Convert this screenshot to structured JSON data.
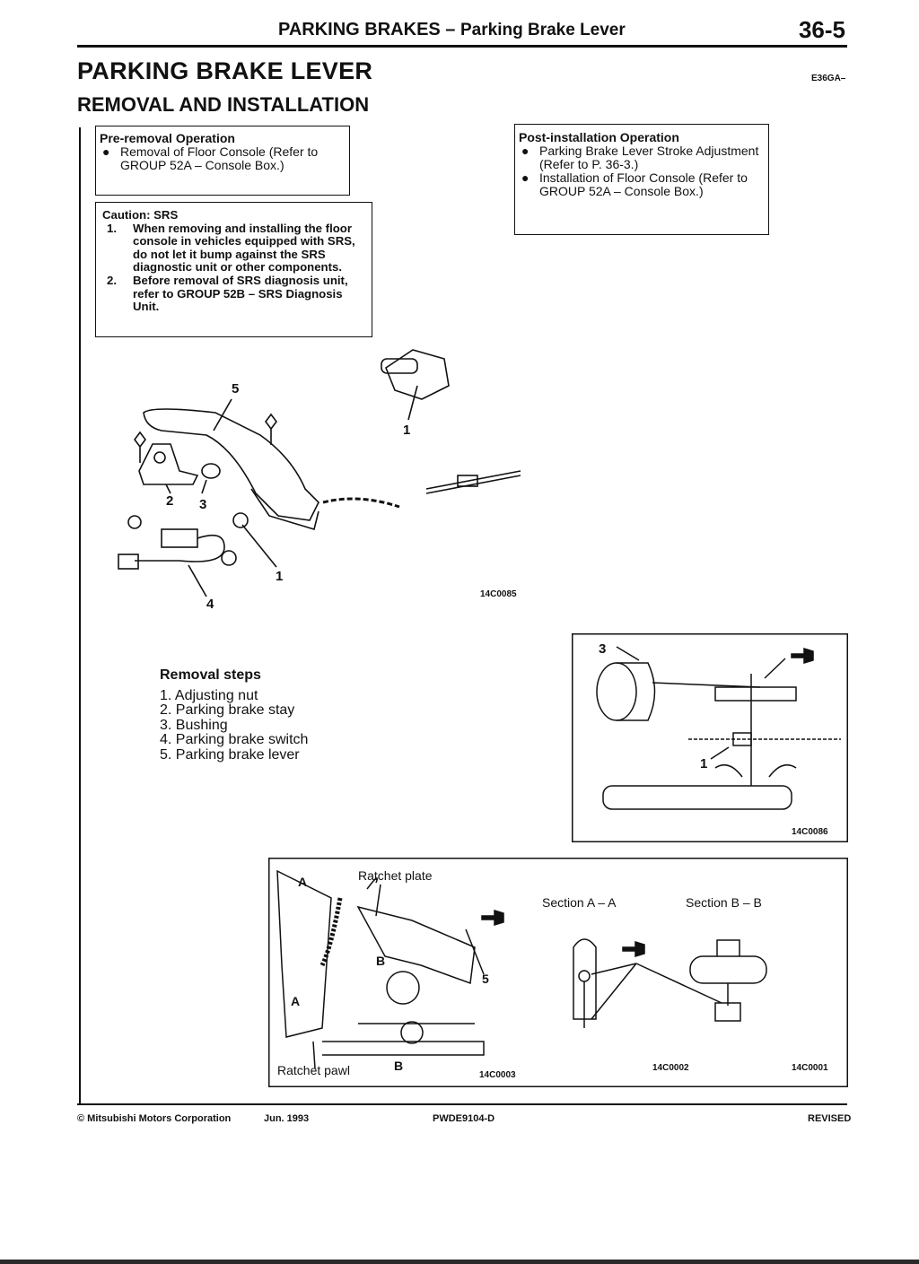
{
  "header": {
    "section": "PARKING BRAKES –",
    "subsection": "Parking Brake Lever",
    "page_number": "36-5"
  },
  "title": "PARKING BRAKE LEVER",
  "code": "E36GA–",
  "subtitle": "REMOVAL AND INSTALLATION",
  "pre_removal": {
    "heading": "Pre-removal Operation",
    "bullet": "●",
    "items": [
      "Removal of Floor Console (Refer to GROUP 52A – Console Box.)"
    ]
  },
  "caution": {
    "heading": "Caution: SRS",
    "items": [
      {
        "num": "1.",
        "text": "When removing and installing the floor console in vehicles equipped with SRS, do not let it bump against the SRS diagnostic unit or other components."
      },
      {
        "num": "2.",
        "text": "Before removal of SRS diagnosis unit, refer to GROUP 52B – SRS Diagnosis Unit."
      }
    ]
  },
  "post_installation": {
    "heading": "Post-installation Operation",
    "bullet": "●",
    "items": [
      "Parking Brake Lever Stroke Adjustment (Refer to P. 36-3.)",
      "Installation of Floor Console (Refer to GROUP 52A – Console Box.)"
    ]
  },
  "removal_steps": {
    "heading": "Removal steps",
    "items": [
      "1. Adjusting nut",
      "2. Parking brake stay",
      "3. Bushing",
      "4. Parking brake switch",
      "5. Parking brake lever"
    ]
  },
  "figure_main": {
    "code": "14C0085",
    "callouts": [
      "5",
      "1",
      "2",
      "3",
      "1",
      "4"
    ]
  },
  "figure_bushing": {
    "code": "14C0086",
    "callouts": [
      "3",
      "1"
    ]
  },
  "figure_ratchet": {
    "code": "14C0003",
    "labels": {
      "plate": "Ratchet plate",
      "pawl": "Ratchet pawl"
    },
    "callouts": [
      "A",
      "B",
      "A",
      "B",
      "5"
    ]
  },
  "figure_sections": {
    "section_aa": "Section A – A",
    "section_bb": "Section B – B",
    "code_aa": "14C0002",
    "code_bb": "14C0001"
  },
  "footer": {
    "copyright": "© Mitsubishi Motors Corporation",
    "date": "Jun. 1993",
    "doc_code": "PWDE9104-D",
    "status": "REVISED"
  },
  "icons": [
    "grease-gun-icon"
  ],
  "colors": {
    "ink": "#111111",
    "paper": "#ffffff"
  }
}
